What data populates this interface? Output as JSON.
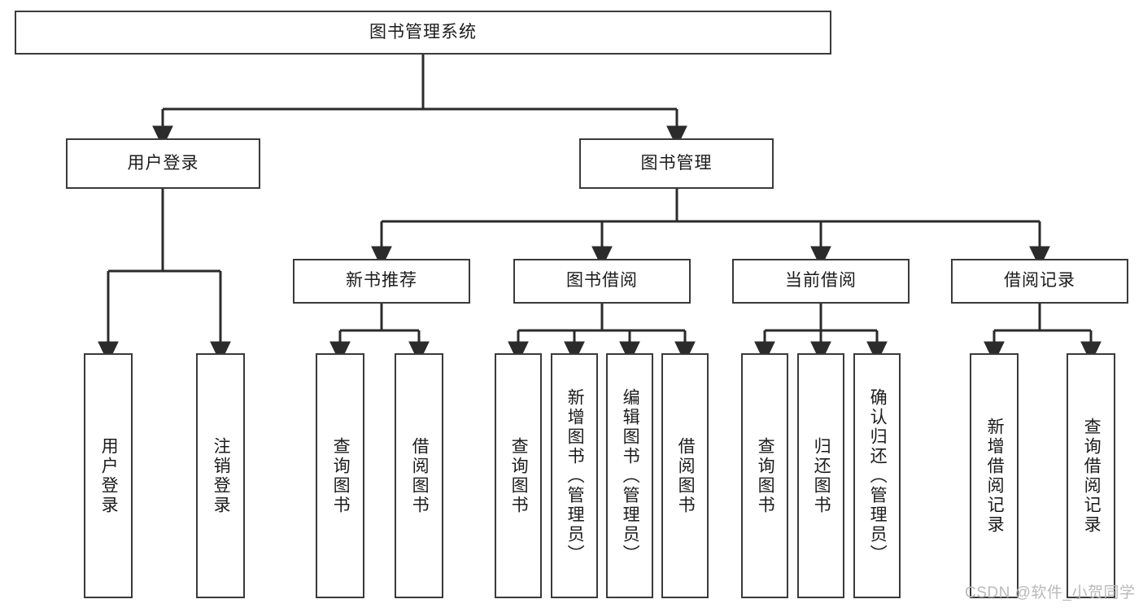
{
  "diagram": {
    "type": "tree",
    "title": "图书管理系统",
    "root": {
      "label": "图书管理系统"
    },
    "level1": [
      {
        "label": "用户登录"
      },
      {
        "label": "图书管理"
      }
    ],
    "level2": [
      {
        "label": "新书推荐"
      },
      {
        "label": "图书借阅"
      },
      {
        "label": "当前借阅"
      },
      {
        "label": "借阅记录"
      }
    ],
    "leaves": {
      "user_login": [
        {
          "label": "用户登录"
        },
        {
          "label": "注销登录"
        }
      ],
      "new_book_recommend": [
        {
          "label": "查询图书"
        },
        {
          "label": "借阅图书"
        }
      ],
      "book_borrow": [
        {
          "label": "查询图书"
        },
        {
          "label": "新增图书（管理员）"
        },
        {
          "label": "编辑图书（管理员）"
        },
        {
          "label": "借阅图书"
        }
      ],
      "current_borrow": [
        {
          "label": "查询图书"
        },
        {
          "label": "归还图书"
        },
        {
          "label": "确认归还（管理员）"
        }
      ],
      "borrow_record": [
        {
          "label": "新增借阅记录"
        },
        {
          "label": "查询借阅记录"
        }
      ]
    }
  },
  "watermark": {
    "text": "CSDN @软件_小贺同学"
  },
  "colors": {
    "background": "#ffffff",
    "box_border": "#3a3a3a",
    "connector": "#2b2b2b",
    "text": "#1b1b1b",
    "watermark": "#b9b9b9"
  }
}
